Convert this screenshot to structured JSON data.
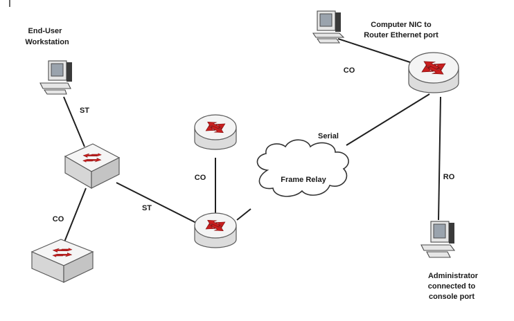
{
  "labels": {
    "end_user_line1": "End-User",
    "end_user_line2": "Workstation",
    "computer_nic_line1": "Computer NIC to",
    "computer_nic_line2": "Router Ethernet port",
    "admin_line1": "Administrator",
    "admin_line2": "connected to",
    "admin_line3": "console port",
    "frame_relay": "Frame Relay",
    "serial": "Serial"
  },
  "cables": {
    "st_top": "ST",
    "st_middle": "ST",
    "co_left": "CO",
    "co_middle": "CO",
    "co_top_right": "CO",
    "ro": "RO"
  },
  "colors": {
    "arrow": "#c81e1e",
    "line": "#1f1f1f"
  },
  "icons": [
    "workstation-icon",
    "switch-icon",
    "router-icon",
    "cloud-icon"
  ]
}
